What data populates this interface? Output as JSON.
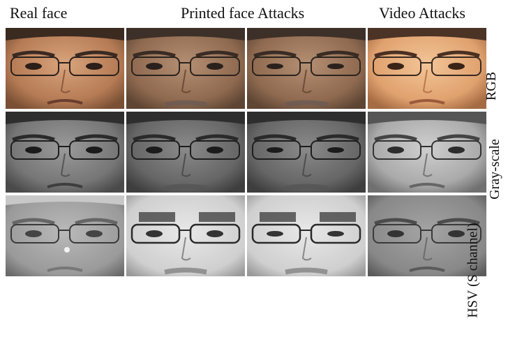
{
  "columns": [
    "Real face",
    "Printed face Attacks",
    "Video Attacks"
  ],
  "rows": [
    "RGB",
    "Gray-scale",
    "HSV (S channel)"
  ]
}
